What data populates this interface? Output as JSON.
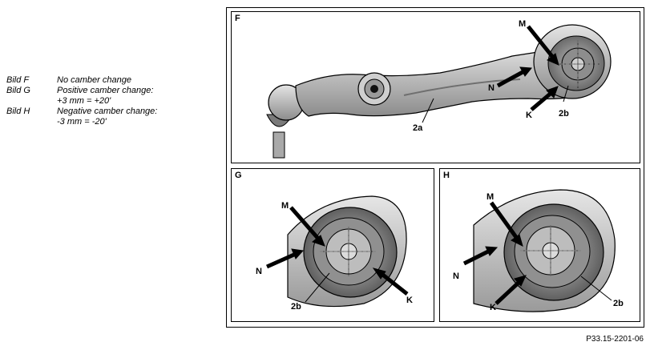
{
  "legend": [
    {
      "key": "Bild F",
      "lines": [
        "No camber change"
      ]
    },
    {
      "key": "Bild G",
      "lines": [
        "Positive camber change:",
        "+3 mm = +20'"
      ]
    },
    {
      "key": "Bild H",
      "lines": [
        "Negative camber change:",
        "-3 mm = -20'"
      ]
    }
  ],
  "panels": {
    "F": {
      "letter": "F",
      "labels": {
        "M": "M",
        "N": "N",
        "K": "K",
        "b2": "2b",
        "a2": "2a"
      }
    },
    "G": {
      "letter": "G",
      "labels": {
        "M": "M",
        "N": "N",
        "K": "K",
        "b2": "2b"
      }
    },
    "H": {
      "letter": "H",
      "labels": {
        "M": "M",
        "N": "N",
        "K": "K",
        "b2": "2b"
      }
    }
  },
  "figure_code": "P33.15-2201-06"
}
